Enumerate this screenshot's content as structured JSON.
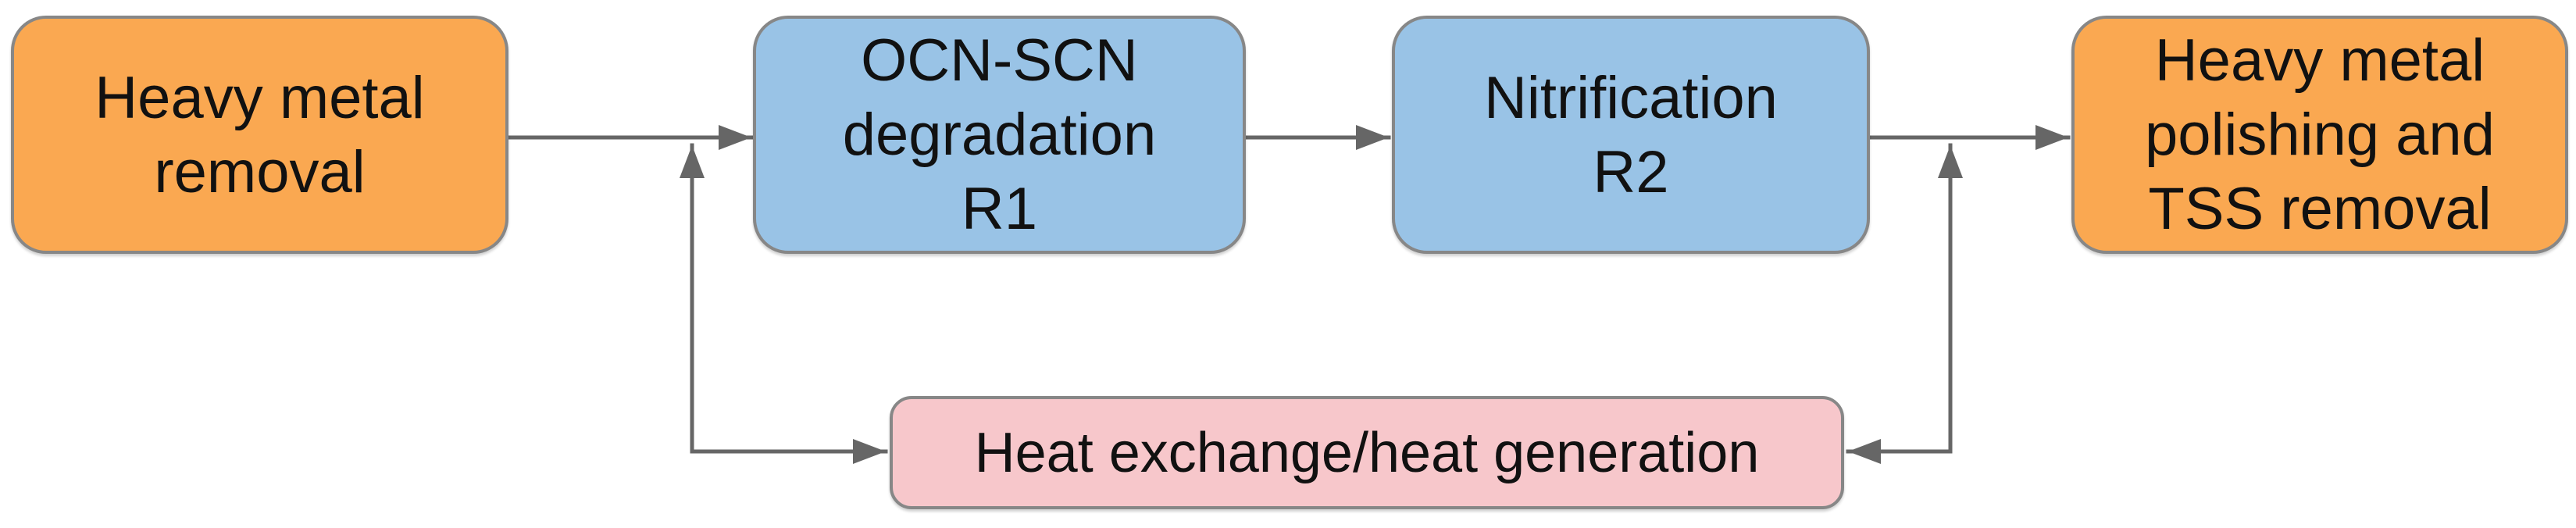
{
  "diagram": {
    "type": "flowchart",
    "nodes": [
      {
        "id": "heavy-metal-removal",
        "label": "Heavy metal\nremoval",
        "color_role": "orange"
      },
      {
        "id": "ocn-scn-degradation-r1",
        "label": "OCN-SCN\ndegradation\nR1",
        "color_role": "blue"
      },
      {
        "id": "nitrification-r2",
        "label": "Nitrification\nR2",
        "color_role": "blue"
      },
      {
        "id": "heavy-metal-polishing-tss-removal",
        "label": "Heavy metal\npolishing and\nTSS removal",
        "color_role": "orange"
      },
      {
        "id": "heat-exchange-heat-generation",
        "label": "Heat exchange/heat generation",
        "color_role": "pink"
      }
    ],
    "edges": [
      {
        "from": "heavy-metal-removal",
        "to": "ocn-scn-degradation-r1",
        "direction": "forward"
      },
      {
        "from": "ocn-scn-degradation-r1",
        "to": "nitrification-r2",
        "direction": "forward"
      },
      {
        "from": "nitrification-r2",
        "to": "heavy-metal-polishing-tss-removal",
        "direction": "forward"
      },
      {
        "from": "junction-before-r1",
        "to": "heat-exchange-heat-generation",
        "direction": "bidirectional"
      },
      {
        "from": "junction-after-r2",
        "to": "heat-exchange-heat-generation",
        "direction": "bidirectional"
      }
    ],
    "colors": {
      "node-orange": "#FAA851",
      "node-blue": "#99C3E6",
      "node-pink": "#F7C7CB",
      "node-border": "#878787",
      "arrow": "#666666",
      "text": "#111111",
      "background": "#ffffff"
    }
  }
}
